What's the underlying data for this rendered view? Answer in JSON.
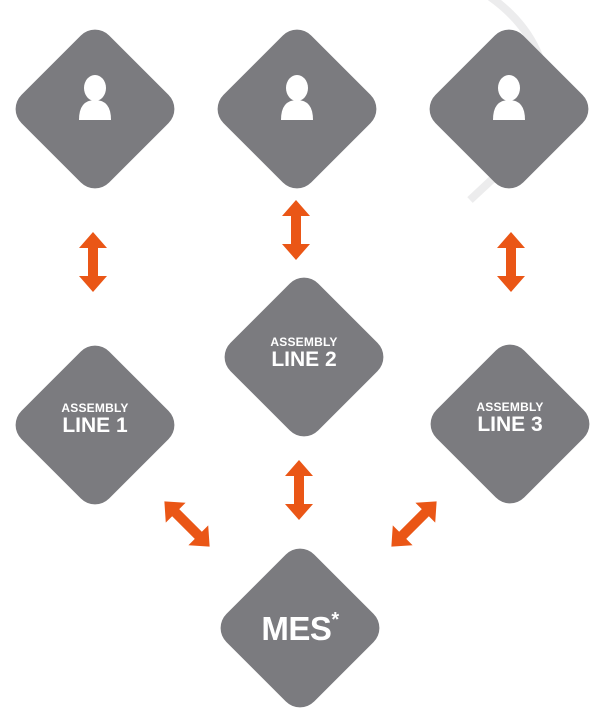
{
  "colors": {
    "diamond": "#7b7b7f",
    "arrow": "#ea5616",
    "watermark": "#b9b9bb"
  },
  "operators": [
    {
      "icon": "person-icon"
    },
    {
      "icon": "person-icon"
    },
    {
      "icon": "person-icon"
    }
  ],
  "lines": [
    {
      "small": "ASSEMBLY",
      "big": "LINE 1"
    },
    {
      "small": "ASSEMBLY",
      "big": "LINE 2"
    },
    {
      "small": "ASSEMBLY",
      "big": "LINE 3"
    }
  ],
  "mes": {
    "label": "MES",
    "asterisk": "*"
  }
}
